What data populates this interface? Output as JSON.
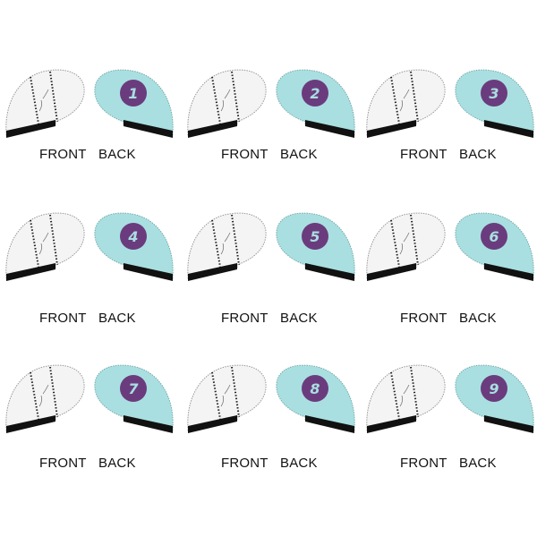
{
  "labels": {
    "front": "FRONT",
    "back": "BACK"
  },
  "colors": {
    "back_fabric": "#a9dfe0",
    "front_fabric": "#f4f4f4",
    "badge": "#6a3c7e",
    "number": "#a9dfe0",
    "trim": "#111111"
  },
  "covers": [
    {
      "number": "1"
    },
    {
      "number": "2"
    },
    {
      "number": "3"
    },
    {
      "number": "4"
    },
    {
      "number": "5"
    },
    {
      "number": "6"
    },
    {
      "number": "7"
    },
    {
      "number": "8"
    },
    {
      "number": "9"
    }
  ]
}
